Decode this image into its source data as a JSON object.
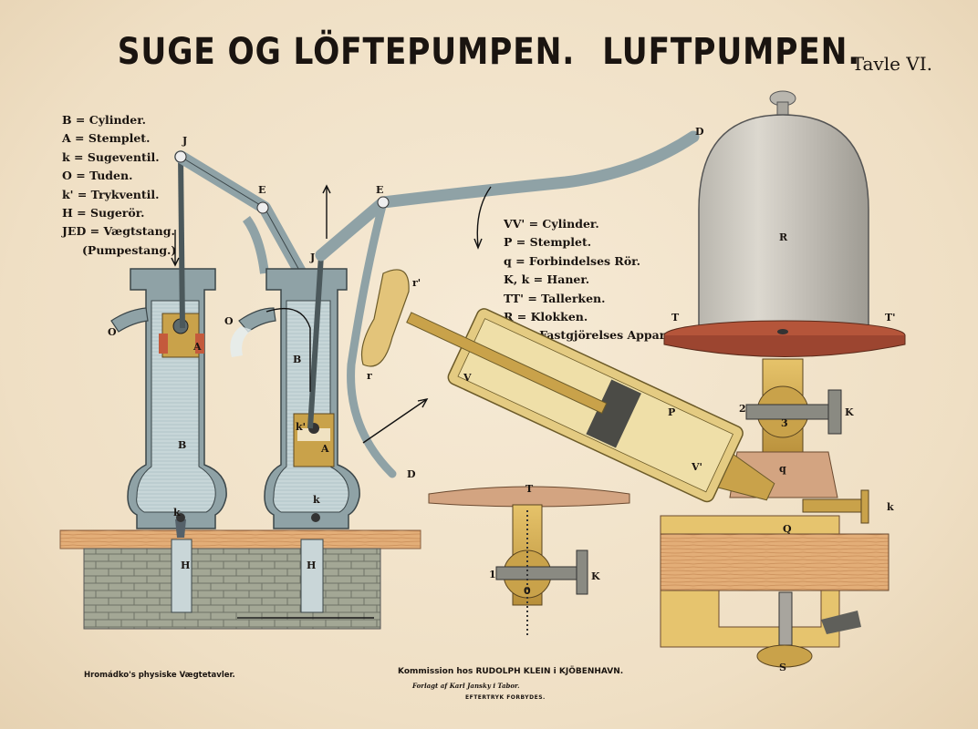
{
  "title": {
    "part1": "SUGE OG LÖFTEPUMPEN.",
    "part2": "LUFTPUMPEN."
  },
  "plate_number": "Tavle VI.",
  "legend_left": [
    "B = Cylinder.",
    "A = Stemplet.",
    "k = Sugeventil.",
    "O = Tuden.",
    "k' = Trykventil.",
    "H = Sugerör.",
    "JED = Vægtstang.",
    "(Pumpestang.)"
  ],
  "legend_right": [
    "VV' = Cylinder.",
    "P = Stemplet.",
    "q = Forbindelses Rör.",
    "K, k = Haner.",
    "TT' = Tallerken.",
    "R = Klokken.",
    "SQ = Fastgjörelses Apparat."
  ],
  "labels": {
    "J": "J",
    "E": "E",
    "D": "D",
    "O": "O",
    "A": "A",
    "B": "B",
    "k": "k",
    "k_prime": "k'",
    "H": "H",
    "R": "R",
    "T": "T",
    "T_prime": "T'",
    "K": "K",
    "P": "P",
    "q": "q",
    "Q": "Q",
    "S": "S",
    "V": "V",
    "V_prime": "V'",
    "r": "r",
    "r_prime": "r'",
    "one": "1",
    "two": "2",
    "three": "3",
    "zero": "0"
  },
  "footer": {
    "left": "Hromádko's physiske Vægtetavler.",
    "center": "Kommission hos RUDOLPH KLEIN i KJÖBENHAVN.",
    "center_sub": "Forlagt af Karl Jansky i Tabor.",
    "center_note": "EFTERTRYK FORBYDES."
  },
  "colors": {
    "paper": "#f2e4cc",
    "pump_metal": "#8fa2a6",
    "water": "#c9d8da",
    "brass": "#c9a24a",
    "wood": "#e3b07a",
    "plate_red": "#b5553a",
    "glass": "#c8c4bb",
    "stone": "#9aa08f"
  }
}
